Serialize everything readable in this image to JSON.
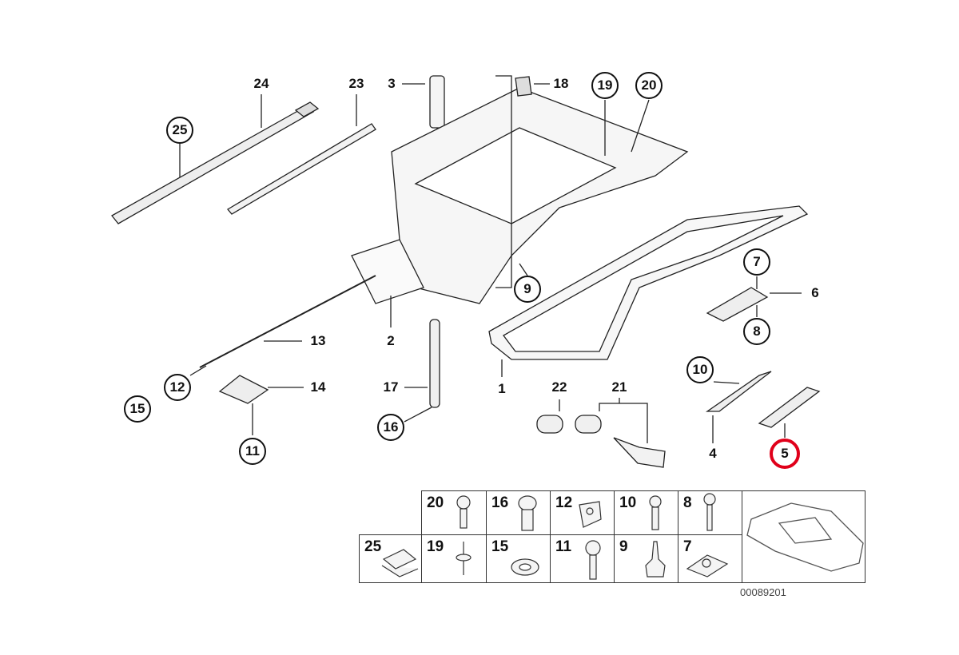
{
  "diagram": {
    "highlight_color": "#e0001a",
    "callouts": [
      {
        "id": "24",
        "circled": false
      },
      {
        "id": "25",
        "circled": true
      },
      {
        "id": "23",
        "circled": false
      },
      {
        "id": "3",
        "circled": false
      },
      {
        "id": "18",
        "circled": false
      },
      {
        "id": "19",
        "circled": true
      },
      {
        "id": "20",
        "circled": true
      },
      {
        "id": "9",
        "circled": true
      },
      {
        "id": "7",
        "circled": true
      },
      {
        "id": "6",
        "circled": false
      },
      {
        "id": "8",
        "circled": true
      },
      {
        "id": "13",
        "circled": false
      },
      {
        "id": "2",
        "circled": false
      },
      {
        "id": "1",
        "circled": false
      },
      {
        "id": "10",
        "circled": true
      },
      {
        "id": "12",
        "circled": true
      },
      {
        "id": "15",
        "circled": true
      },
      {
        "id": "14",
        "circled": false
      },
      {
        "id": "17",
        "circled": false
      },
      {
        "id": "22",
        "circled": false
      },
      {
        "id": "21",
        "circled": false
      },
      {
        "id": "16",
        "circled": true
      },
      {
        "id": "11",
        "circled": true
      },
      {
        "id": "4",
        "circled": false
      },
      {
        "id": "5",
        "circled": true,
        "highlighted": true
      }
    ],
    "fastener_table": {
      "top_row": [
        "20",
        "16",
        "12",
        "10",
        "8"
      ],
      "bottom_row": [
        "25",
        "19",
        "15",
        "11",
        "9",
        "7"
      ]
    },
    "diagram_code": "00089201"
  }
}
